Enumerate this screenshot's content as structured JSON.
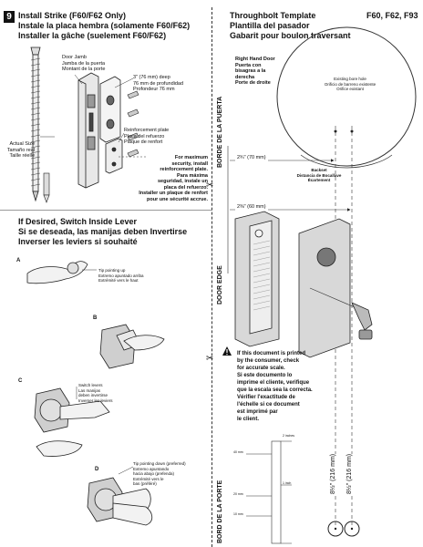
{
  "step_number": "9",
  "install_strike": {
    "title_en": "Install Strike (F60/F62 Only)",
    "title_es": "Instale la placa hembra (solamente F60/F62)",
    "title_fr": "Installer la gâche (suelement F60/F62)",
    "door_jamb_label": [
      "Door Jamb",
      "Jamba de la puerta",
      "Montant de la porte"
    ],
    "depth_label": [
      "3\" (76 mm) deep",
      "76 mm de profundidad",
      "Profondeur 76 mm"
    ],
    "reinforcement_label": [
      "Reinforcement plate",
      "Placa del refuerzo",
      "Plaque de renfort"
    ],
    "actual_size_label": [
      "Actual Size",
      "Tamaño real",
      "Taille réelle"
    ],
    "max_security_note": [
      "For maximum",
      "security, install",
      "reinforcement plate.",
      "Para máxima",
      "seguridad, instale un",
      "placa del refuerzo.",
      "Installer un plaque de renfort",
      "pour une sécurité accrue."
    ]
  },
  "switch_lever": {
    "title_en": "If Desired, Switch Inside Lever",
    "title_es": "Si se deseada, las manijas deben Invertirse",
    "title_fr": "Inverser les leviers si souhaité",
    "step_a": "A",
    "step_b": "B",
    "step_c": "C",
    "step_d": "D",
    "tip_up_label": [
      "Tip pointing up",
      "Extremo apuntado arriba",
      "Extrémité vers le haut"
    ],
    "switch_levers_label": [
      "Switch levers",
      "Las manijas",
      "deben invertirse",
      "Inverser les leviers"
    ],
    "tip_down_label": [
      "Tip pointing down (preferred)",
      "Extremo apuntando",
      "hacia abajo (prefenda)",
      "Extrémité vers le",
      "bas (préféré)"
    ]
  },
  "template": {
    "title_en": "Throughbolt Template",
    "title_es": "Plantilla del pasador",
    "title_fr": "Gabarit pour boulon traversant",
    "models": "F60, F62, F93",
    "right_hand_door": [
      "Right Hand Door",
      "Puerta con",
      "bisagras a la",
      "derecha",
      "Porte de droite"
    ],
    "existing_bore": [
      "Existing bore hole",
      "Orificio de barreno existente",
      "Orifice existant"
    ],
    "borde_puerta": "BORDE DE LA PUERTA",
    "door_edge": "DOOR EDGE",
    "bord_porte": "BORD DE LA PORTE",
    "dim_70": "2¾\" (70 mm)",
    "dim_60": "2⅜\" (60 mm)",
    "backset": [
      "Backset",
      "Distancia de Bocallave",
      "Écartement"
    ],
    "warning_en": [
      "If this document is printed",
      "by the consumer, check",
      "for accurate scale."
    ],
    "warning_es": [
      "Si este documento lo",
      "imprime el cliente, verifique",
      "que la escala sea la correcta."
    ],
    "warning_fr": [
      "Vérifier l'exactitude de",
      "l'échelle si ce document",
      "est imprimé par",
      "le client."
    ],
    "scale_labels": [
      "2 inches",
      "1 inch",
      "40 mm",
      "20 mm",
      "10 mm"
    ],
    "dim_216": "8½\" (216 mm)"
  }
}
